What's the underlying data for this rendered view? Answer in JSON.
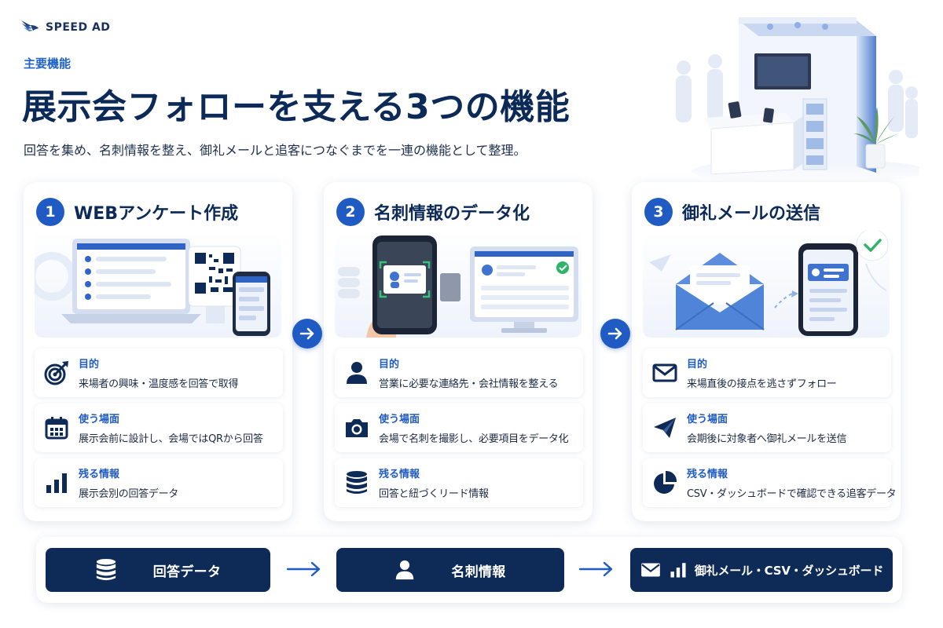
{
  "brand": {
    "name": "SPEED AD"
  },
  "header": {
    "eyebrow": "主要機能",
    "title": "展示会フォローを支える3つの機能",
    "lead": "回答を集め、名刺情報を整え、御礼メールと追客につなぐまでを一連の機能として整理。"
  },
  "cards": [
    {
      "step": "1",
      "title": "WEBアンケート作成",
      "rows": [
        {
          "icon": "target-icon",
          "label": "目的",
          "value": "来場者の興味・温度感を回答で取得"
        },
        {
          "icon": "calendar-icon",
          "label": "使う場面",
          "value": "展示会前に設計し、会場ではQRから回答"
        },
        {
          "icon": "bar-chart-icon",
          "label": "残る情報",
          "value": "展示会別の回答データ"
        }
      ]
    },
    {
      "step": "2",
      "title": "名刺情報のデータ化",
      "rows": [
        {
          "icon": "person-icon",
          "label": "目的",
          "value": "営業に必要な連絡先・会社情報を整える"
        },
        {
          "icon": "camera-icon",
          "label": "使う場面",
          "value": "会場で名刺を撮影し、必要項目をデータ化"
        },
        {
          "icon": "database-icon",
          "label": "残る情報",
          "value": "回答と紐づくリード情報"
        }
      ]
    },
    {
      "step": "3",
      "title": "御礼メールの送信",
      "rows": [
        {
          "icon": "envelope-icon",
          "label": "目的",
          "value": "来場直後の接点を逃さずフォロー"
        },
        {
          "icon": "paper-plane-icon",
          "label": "使う場面",
          "value": "会期後に対象者へ御礼メールを送信"
        },
        {
          "icon": "pie-chart-icon",
          "label": "残る情報",
          "value": "CSV・ダッシュボードで確認できる追客データ"
        }
      ]
    }
  ],
  "summary": {
    "items": [
      {
        "icon": "database-icon",
        "label": "回答データ"
      },
      {
        "icon": "person-icon",
        "label": "名刺情報"
      },
      {
        "icon": "envelope-bar-chart-icon",
        "label": "御礼メール・CSV・ダッシュボード"
      }
    ]
  },
  "colors": {
    "primary": "#1f5bc2",
    "navy": "#0e2a57",
    "title": "#0c2a57",
    "accent_green": "#2fb36b"
  }
}
